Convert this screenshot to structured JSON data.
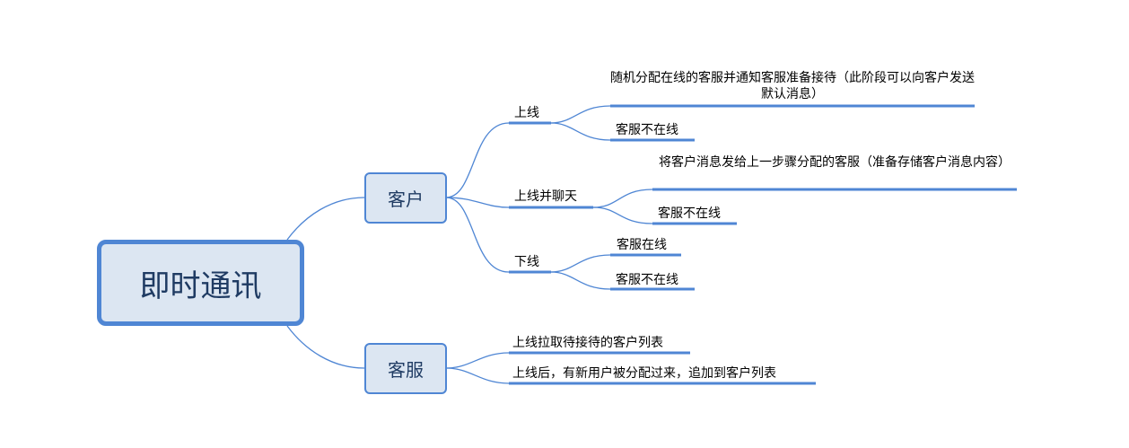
{
  "colors": {
    "line": "#4f86d4",
    "box_fill": "#dce6f2",
    "root_text": "#1f3b63",
    "text": "#000000"
  },
  "root": {
    "label": "即时通讯"
  },
  "customer": {
    "label": "客户",
    "branches": [
      {
        "label": "上线",
        "children": [
          "随机分配在线的客服并通知客服准备接待（此阶段可以向客户发送默认消息）",
          "客服不在线"
        ]
      },
      {
        "label": "上线并聊天",
        "children": [
          "将客户消息发给上一步骤分配的客服（准备存储客户消息内容）",
          "客服不在线"
        ]
      },
      {
        "label": "下线",
        "children": [
          "客服在线",
          "客服不在线"
        ]
      }
    ]
  },
  "agent": {
    "label": "客服",
    "branches": [
      {
        "label": "上线拉取待接待的客户列表"
      },
      {
        "label": "上线后，有新用户被分配过来，追加到客户列表"
      }
    ]
  }
}
